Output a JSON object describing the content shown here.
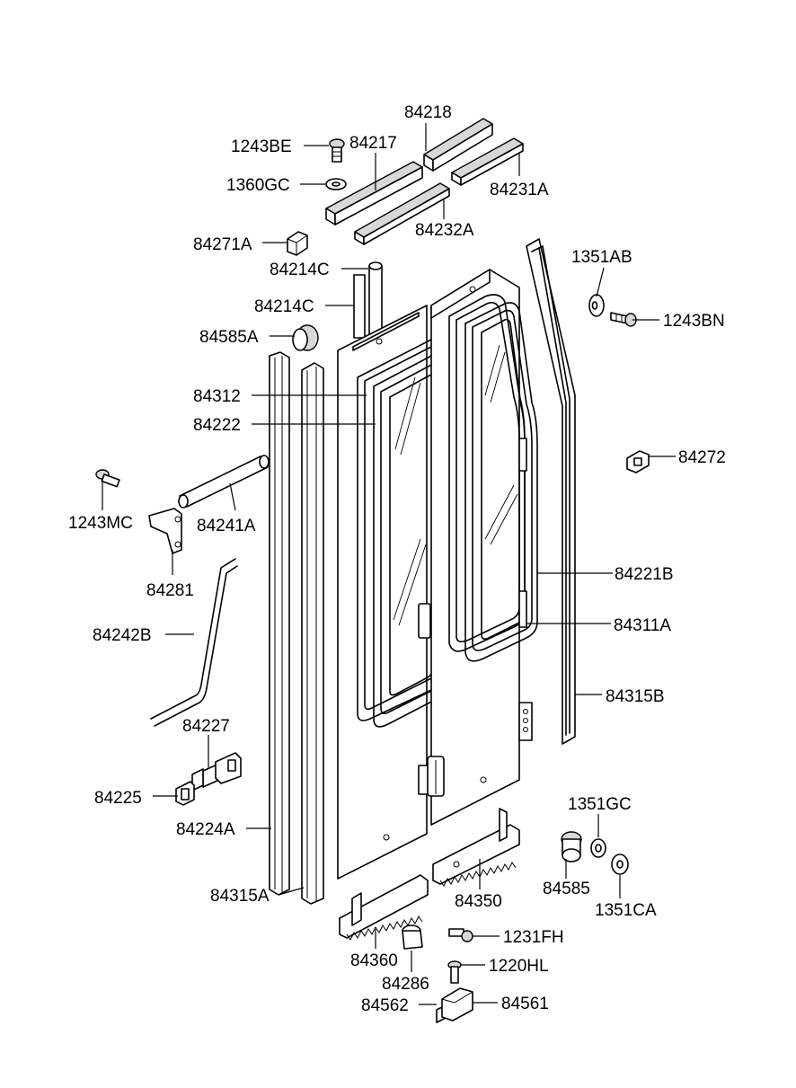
{
  "labels": {
    "p84218": "84218",
    "p1243BE": "1243BE",
    "p84217": "84217",
    "p1360GC": "1360GC",
    "p84231A": "84231A",
    "p84232A": "84232A",
    "p84271A": "84271A",
    "p84214C_top": "84214C",
    "p84214C_mid": "84214C",
    "p1351AB": "1351AB",
    "p1243BN": "1243BN",
    "p84585A": "84585A",
    "p84312": "84312",
    "p84222": "84222",
    "p84272": "84272",
    "p1243MC": "1243MC",
    "p84241A": "84241A",
    "p84281": "84281",
    "p84221B": "84221B",
    "p84242B": "84242B",
    "p84311A": "84311A",
    "p84315B": "84315B",
    "p84227": "84227",
    "p84225": "84225",
    "p1351GC": "1351GC",
    "p84224A": "84224A",
    "p84585": "84585",
    "p84350": "84350",
    "p84315A": "84315A",
    "p1351CA": "1351CA",
    "p1231FH": "1231FH",
    "p84360": "84360",
    "p1220HL": "1220HL",
    "p84286": "84286",
    "p84562": "84562",
    "p84561": "84561"
  }
}
